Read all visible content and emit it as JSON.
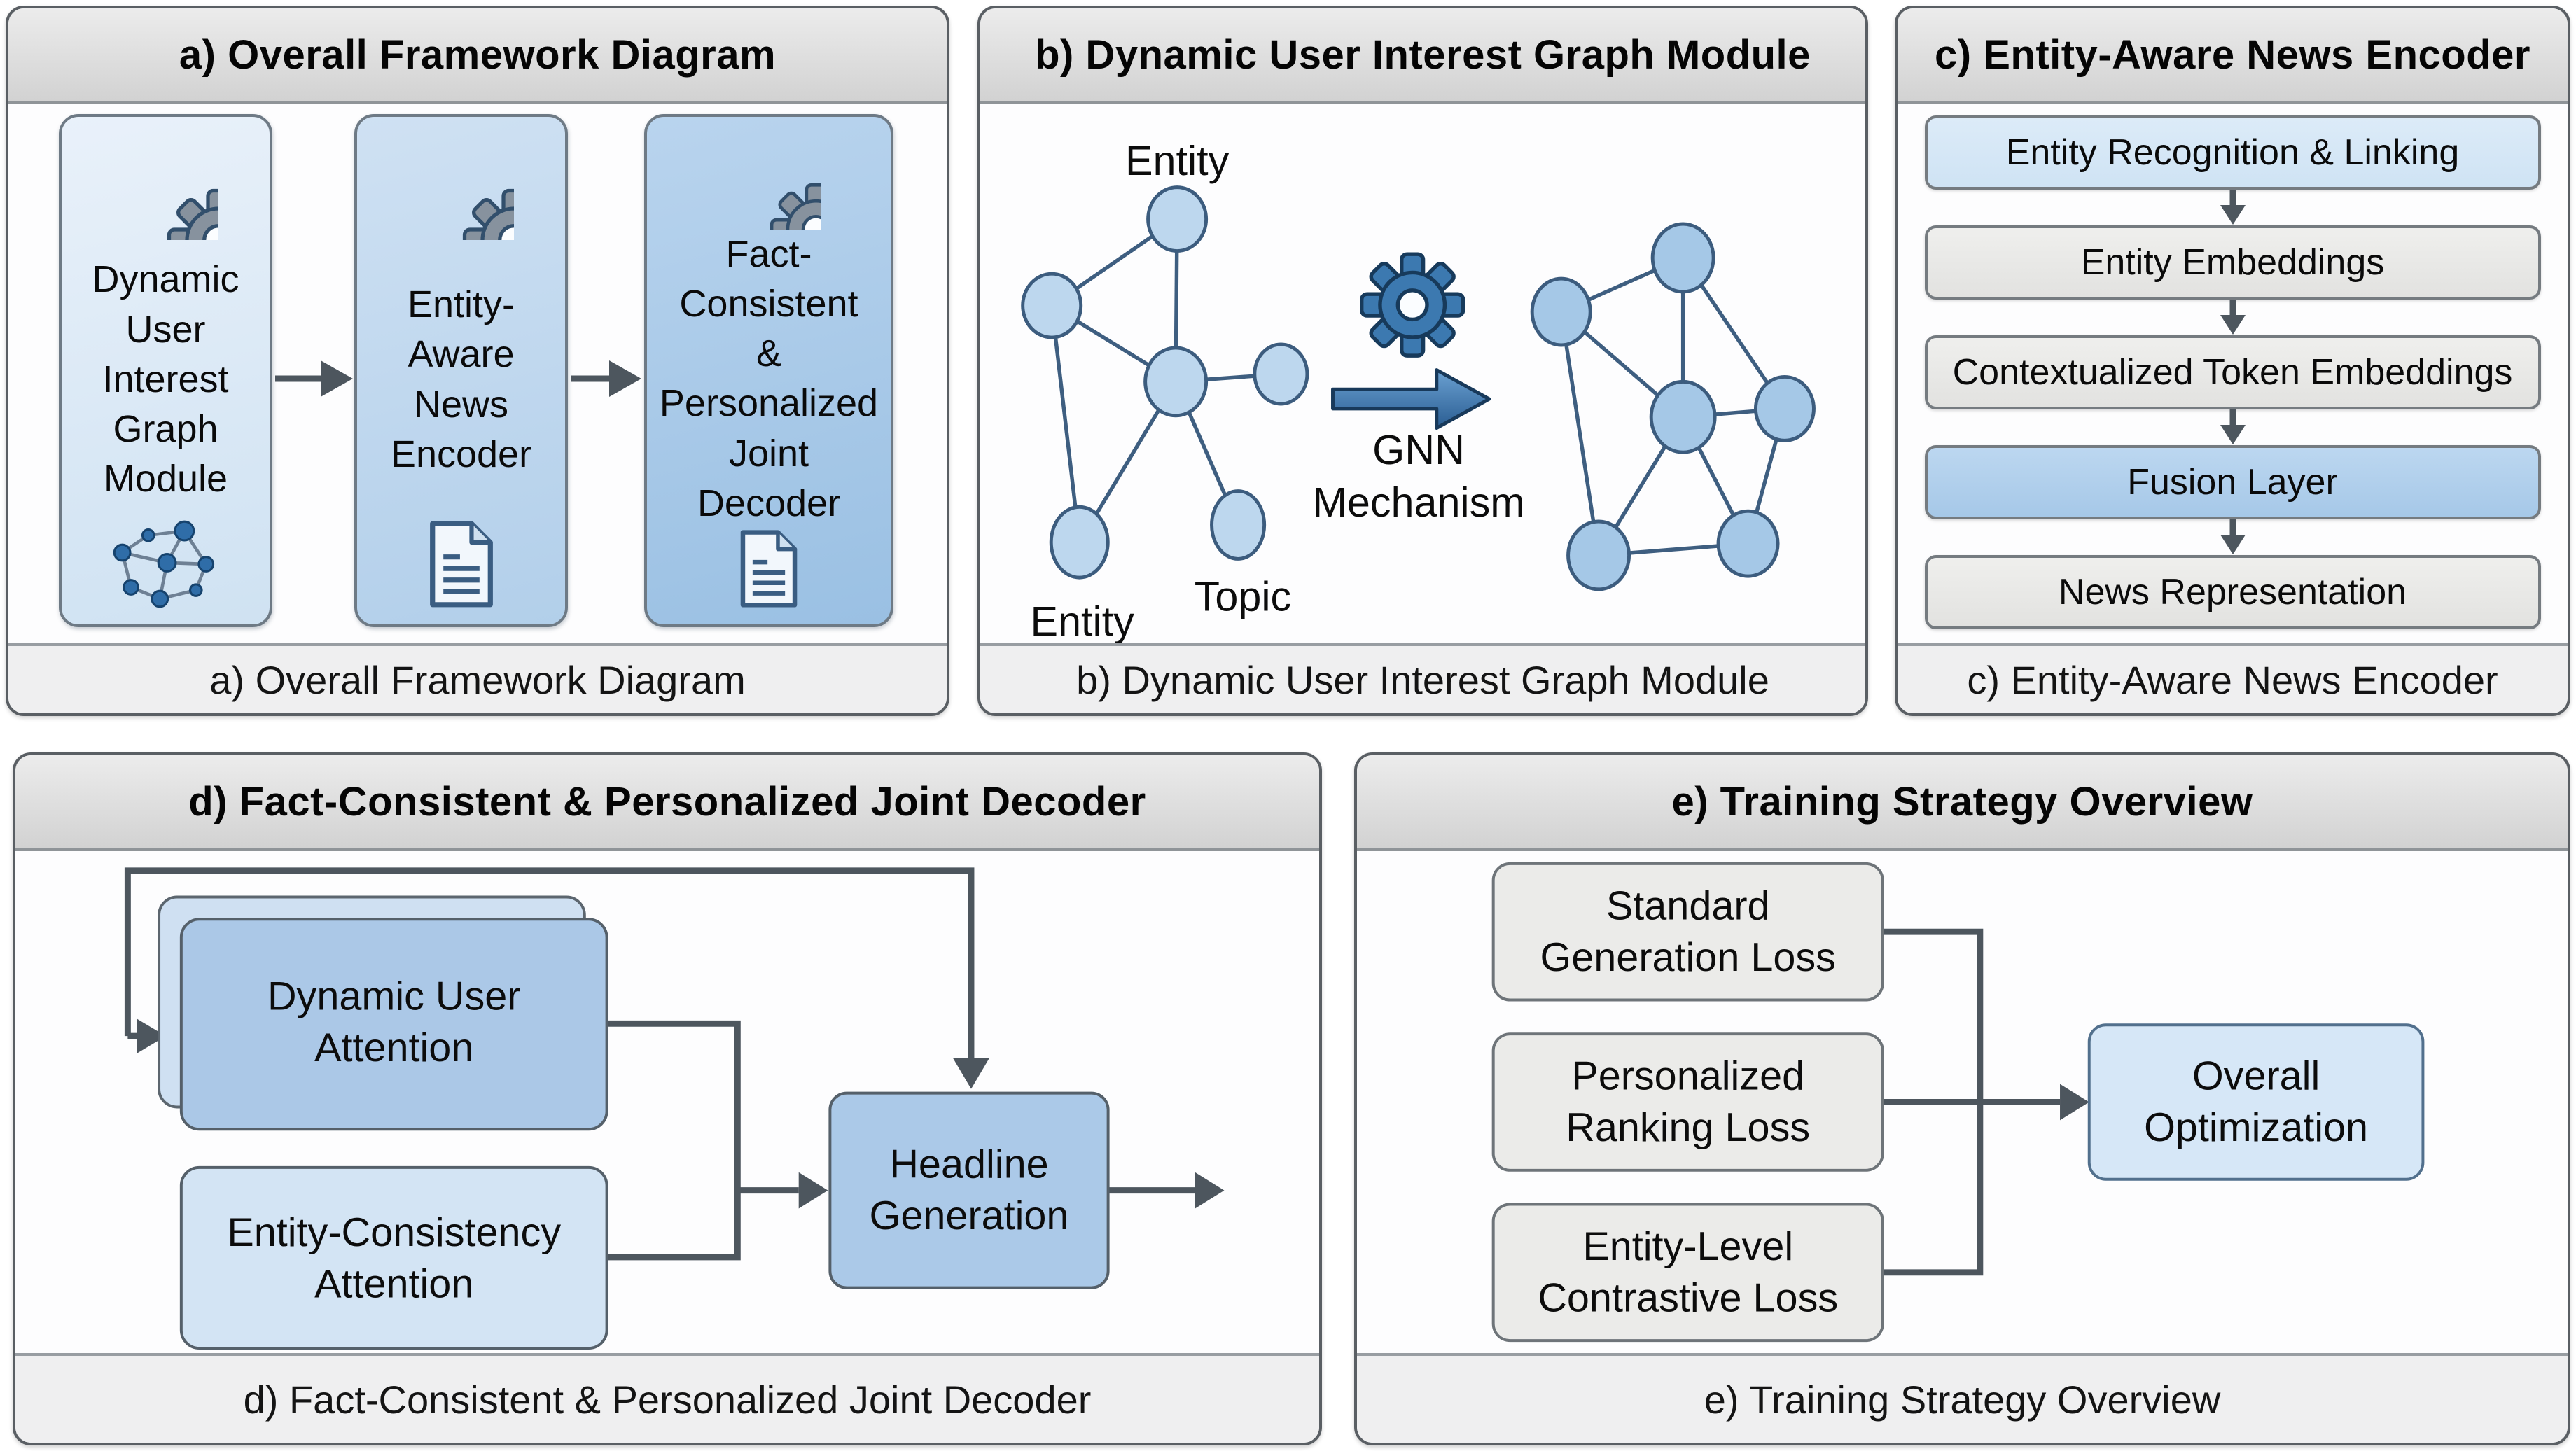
{
  "colors": {
    "panel_border": "#5a5f64",
    "header_bar": "#d9d9d9",
    "footer_bar": "#efeff0",
    "arrow_dark": "#4d565e",
    "blue_accent": "#3c79b0",
    "node_light_blue": "#bdd7ee",
    "node_medium_blue": "#a5c8e7",
    "box_blue": "#a9c7e6",
    "box_light_blue": "#cfe2f3",
    "box_gray": "#e8e8e6"
  },
  "icons": {
    "gear": "gear-icon",
    "document": "document-icon",
    "network": "network-graph-icon",
    "arrow": "arrow-icon"
  },
  "panels": {
    "a": {
      "header": "a) Overall Framework Diagram",
      "footer": "a) Overall Framework Diagram",
      "modules": [
        {
          "label": "Dynamic\nUser\nInterest\nGraph\nModule"
        },
        {
          "label": "Entity-\nAware\nNews\nEncoder"
        },
        {
          "label": "Fact-\nConsistent\n&\nPersonalized\nJoint\nDecoder"
        }
      ]
    },
    "b": {
      "header": "b) Dynamic User Interest Graph Module",
      "footer": "b) Dynamic User Interest Graph Module",
      "labels": {
        "entity_top": "Entity",
        "entity_bottom": "Entity",
        "topic": "Topic",
        "gnn": "GNN",
        "mechanism": "Mechanism"
      }
    },
    "c": {
      "header": "c) Entity-Aware News Encoder",
      "footer": "c) Entity-Aware News Encoder",
      "steps": [
        "Entity Recognition & Linking",
        "Entity Embeddings",
        "Contextualized Token Embeddings",
        "Fusion Layer",
        "News Representation"
      ]
    },
    "d": {
      "header": "d) Fact-Consistent & Personalized Joint Decoder",
      "footer": "d) Fact-Consistent & Personalized Joint Decoder",
      "dynamic_user_attention": [
        "Dynamic User",
        "Attention"
      ],
      "entity_consistency_attention": [
        "Entity-Consistency",
        "Attention"
      ],
      "headline_generation": [
        "Headline",
        "Generation"
      ]
    },
    "e": {
      "header": "e) Training Strategy Overview",
      "footer": "e) Training Strategy Overview",
      "losses": [
        [
          "Standard",
          "Generation Loss"
        ],
        [
          "Personalized",
          "Ranking Loss"
        ],
        [
          "Entity-Level",
          "Contrastive Loss"
        ]
      ],
      "overall_optimization": [
        "Overall",
        "Optimization"
      ]
    }
  }
}
